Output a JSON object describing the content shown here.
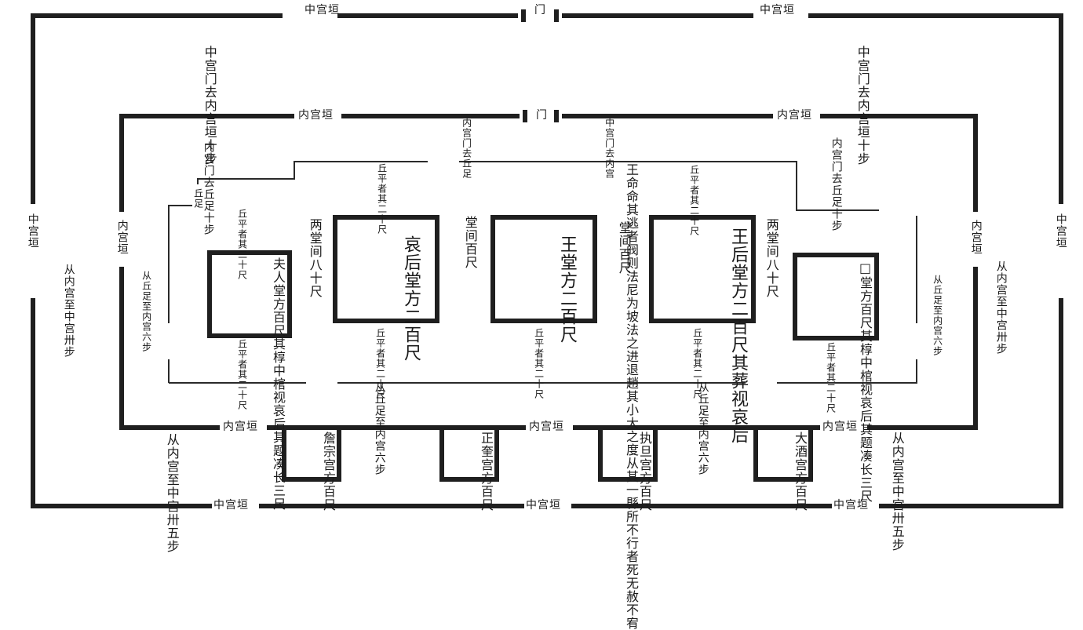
{
  "outer_wall": {
    "top_left": "中宫垣",
    "top_gate": "门",
    "top_right": "中宫垣",
    "left": "中宫垣",
    "right": "中宫垣",
    "bottom_left": "中宫垣",
    "bottom_mid": "中宫垣",
    "bottom_right": "中宫垣"
  },
  "inner_wall": {
    "top_left": "内宫垣",
    "top_gate": "门",
    "top_right": "内宫垣",
    "left": "内宫垣",
    "right": "内宫垣",
    "bottom_left": "内宫垣",
    "bottom_mid": "内宫垣",
    "bottom_right": "内宫垣"
  },
  "notes": {
    "outer_top_left": "中宫门去内宫垣十步",
    "outer_top_right": "中宫门去内宫垣十步",
    "inner_top_left": "内宫门去丘足十步",
    "inner_top_right": "内宫门去丘足十步",
    "gate_left_small": "内宫门去丘足",
    "gate_right_small": "中宫门去内宫",
    "left_side": "从内宫至中宫卅步",
    "right_side": "从内宫至中宫卅步",
    "bottom_left_outer": "从内宫至中宫卅五步",
    "bottom_right_outer": "从内宫至中宫卅五步",
    "bottom_step_left": "从丘足至内宫六步",
    "bottom_step_right": "从丘足至内宫六步",
    "left_step": "从丘足至内宫六步",
    "right_step": "从丘足至内宫六步",
    "qiu_zu": "丘足",
    "qiu_ping_1": "丘平者其二十尺",
    "qiu_ping_2": "丘平者其二十尺",
    "qiu_ping_3": "丘平者其二十尺",
    "qiu_ping_4": "丘平者其二十尺",
    "qiu_ping_5": "丘平者其二十尺",
    "qiu_ping_6": "丘平者其二十尺",
    "edict": "王命命其逃者阀则法尼为坡法之进退趙其小大之度从其一縣所不行者死无赦不宥",
    "left_hall_note": "两堂间八十尺",
    "right_hall_note": "两堂间八十尺",
    "center_left_note": "堂间百尺",
    "center_right_note": "堂间百尺",
    "top_small_left": "丘平者其二十尺",
    "top_small_right": "丘平者其二十尺"
  },
  "halls": [
    {
      "name": "夫人堂",
      "text": "夫人堂方百尺其椁中棺视哀后其题凑长三尺"
    },
    {
      "name": "哀后堂",
      "text": "哀后堂方二百尺"
    },
    {
      "name": "王堂",
      "text": "王堂方二百尺"
    },
    {
      "name": "王后堂",
      "text": "王后堂方二百尺其葬视哀后"
    },
    {
      "name": "口堂",
      "text": "□堂方百尺其椁中棺视哀后其题凑长三尺"
    }
  ],
  "palaces": [
    {
      "text": "詹宗宫方百尺"
    },
    {
      "text": "正奎宫方百尺"
    },
    {
      "text": "执旦宫方百尺"
    },
    {
      "text": "大酒宫方百尺"
    }
  ]
}
